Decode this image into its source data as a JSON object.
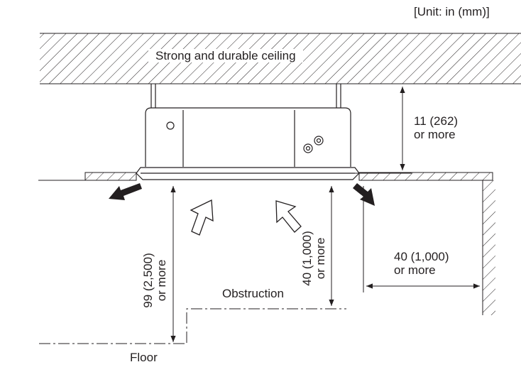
{
  "unit_note": "[Unit: in (mm)]",
  "ceiling_label": "Strong and durable ceiling",
  "dimensions": {
    "top_clearance": {
      "line1": "11 (262)",
      "line2": "or more"
    },
    "floor_height": {
      "line1": "99 (2,500)",
      "line2": "or more"
    },
    "obstruction_height": {
      "line1": "40 (1,000)",
      "line2": "or more"
    },
    "side_clearance": {
      "line1": "40 (1,000)",
      "line2": "or more"
    }
  },
  "obstruction_label": "Obstruction",
  "floor_label": "Floor",
  "colors": {
    "line": "#231f20",
    "background": "#ffffff"
  }
}
